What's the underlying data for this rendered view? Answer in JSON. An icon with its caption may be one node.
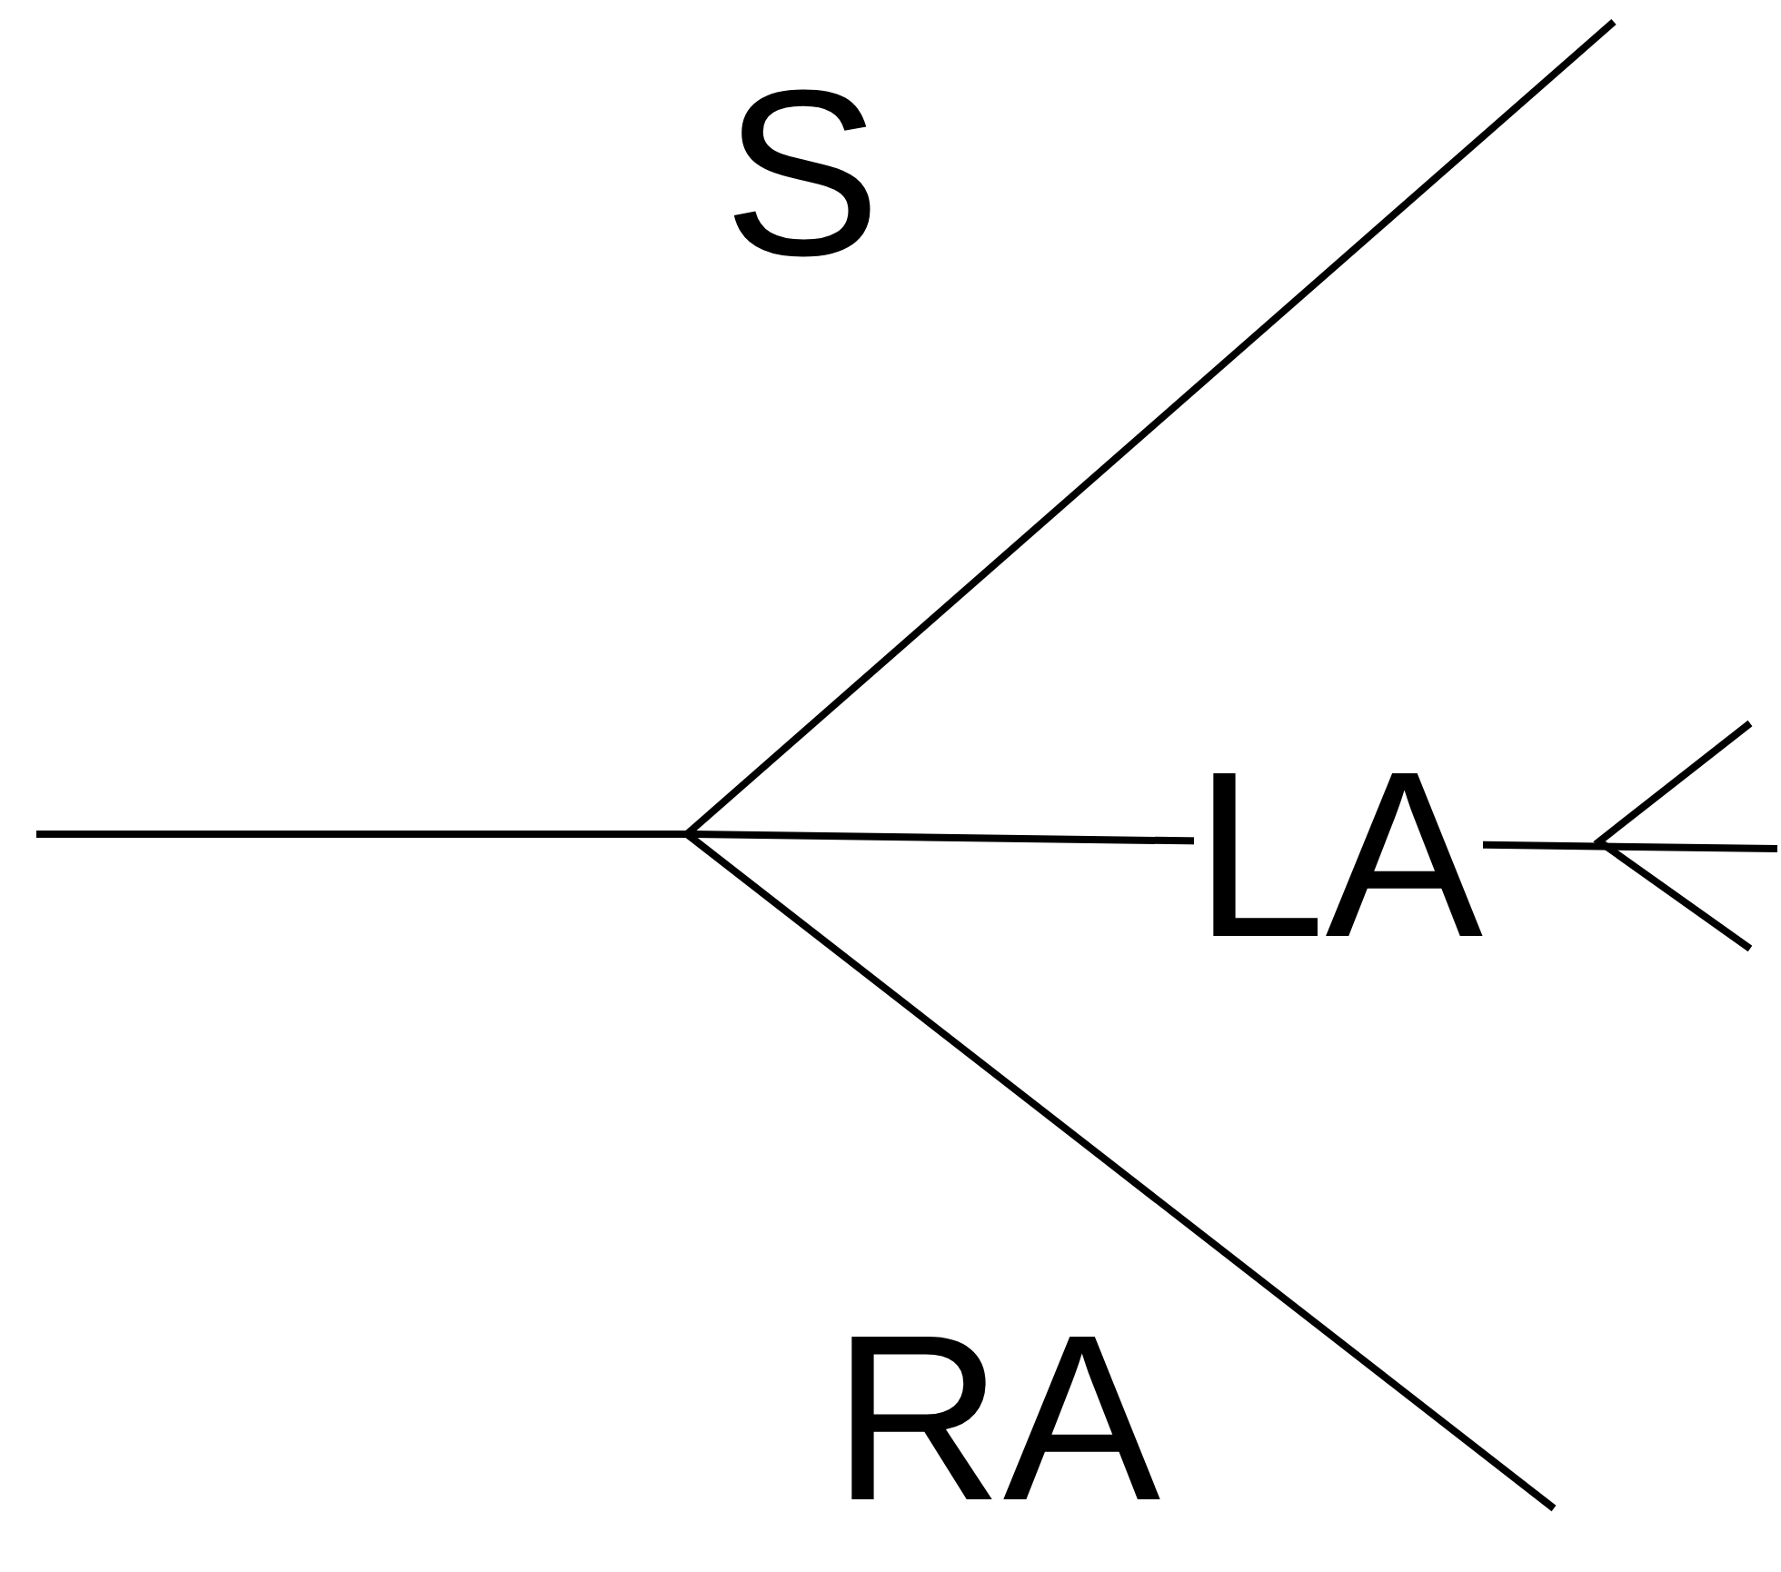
{
  "diagram": {
    "labels": [
      "S",
      "LA",
      "RA"
    ]
  }
}
